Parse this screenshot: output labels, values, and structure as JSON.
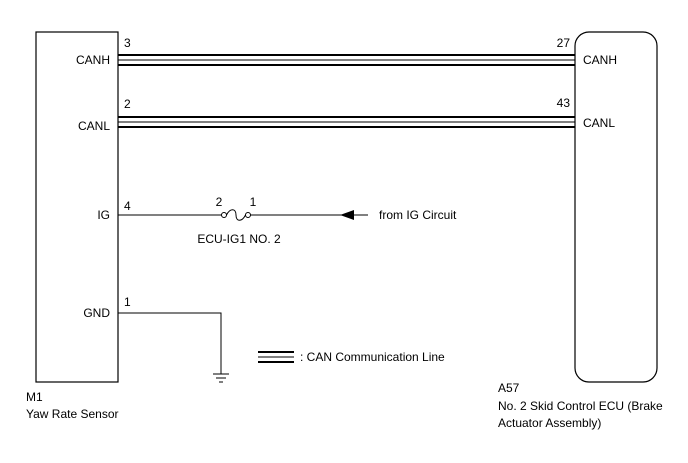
{
  "left_component": {
    "code": "M1",
    "name": "Yaw Rate Sensor",
    "pins": {
      "canh": {
        "label": "CANH",
        "number": "3"
      },
      "canl": {
        "label": "CANL",
        "number": "2"
      },
      "ig": {
        "label": "IG",
        "number": "4"
      },
      "gnd": {
        "label": "GND",
        "number": "1"
      }
    }
  },
  "right_component": {
    "code": "A57",
    "name_line1": "No. 2 Skid Control ECU (Brake",
    "name_line2": "Actuator Assembly)",
    "pins": {
      "canh": {
        "label": "CANH",
        "number": "27"
      },
      "canl": {
        "label": "CANL",
        "number": "43"
      }
    }
  },
  "fuse": {
    "name": "ECU-IG1 NO. 2",
    "pin_left": "2",
    "pin_right": "1"
  },
  "ig_source": "from IG Circuit",
  "legend": {
    "text": ": CAN Communication Line"
  }
}
